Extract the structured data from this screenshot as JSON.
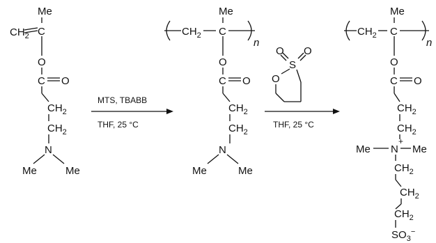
{
  "atoms": {
    "me": "Me",
    "c": "C",
    "o": "O",
    "ch": "CH",
    "two": "2",
    "n": "N",
    "plus": "+",
    "s": "S",
    "so": "SO",
    "three": "3",
    "minus": "−",
    "subscript_n": "n"
  },
  "conditions": {
    "step1_above": "MTS, TBABB",
    "step1_below": "THF, 25 °C",
    "step2_below": "THF, 25 °C"
  }
}
